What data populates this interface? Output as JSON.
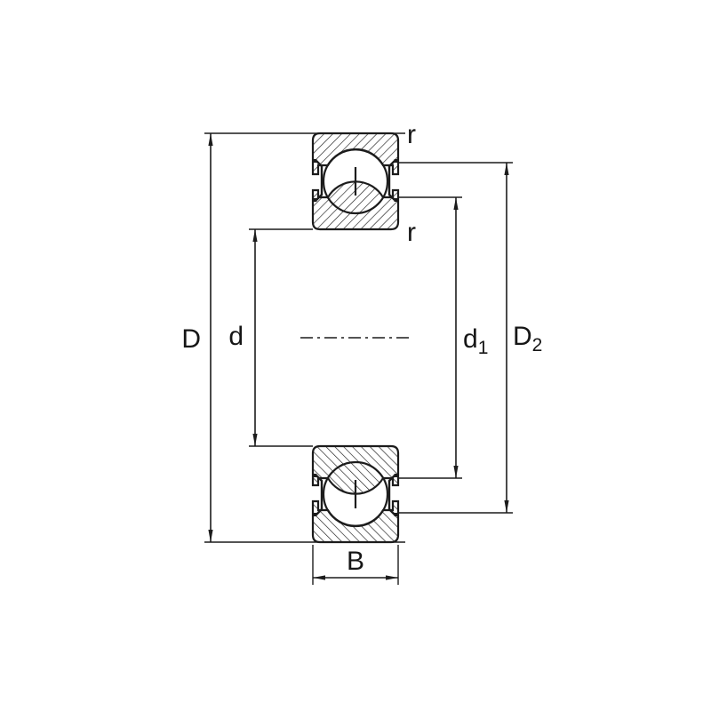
{
  "diagram": {
    "kind": "deep-groove-ball-bearing-cross-section",
    "labels": {
      "outer_diameter": "D",
      "bore_diameter": "d",
      "d1_main": "d",
      "d1_sub": "1",
      "d2_main": "D",
      "d2_sub": "2",
      "width": "B",
      "r_top": "r",
      "r_bottom": "r"
    },
    "colors": {
      "line": "#1c1c1c",
      "background": "#ffffff"
    }
  }
}
